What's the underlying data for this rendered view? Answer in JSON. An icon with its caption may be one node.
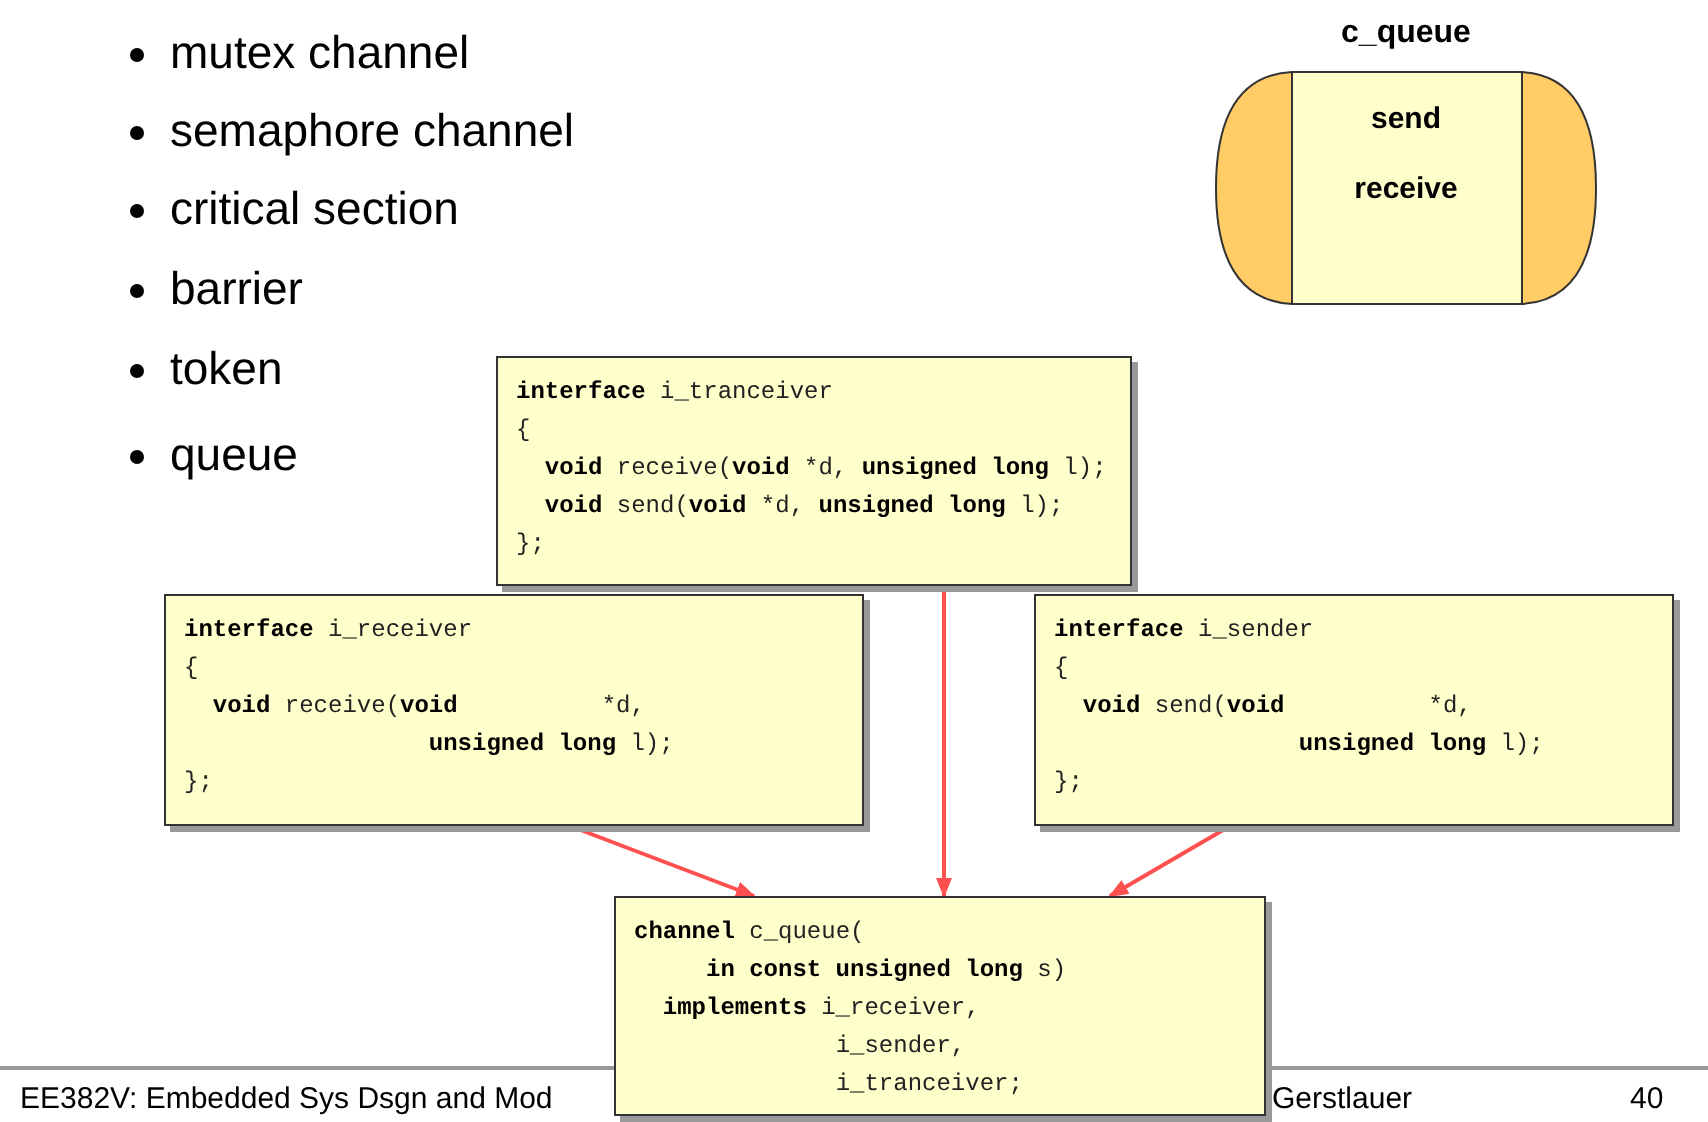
{
  "diagram": {
    "nodes": [
      {
        "text": [
          "c_queue",
          "send",
          "receive"
        ]
      },
      {
        "text": [
          "**interface** i_tranceiver",
          "{",
          "**void** receive(**void** *d, **unsigned long** l);",
          "**void** send(**void** *d, **unsigned long** l);",
          "};"
        ]
      },
      {
        "text": [
          "**interface** i_receiver",
          "{",
          "**void** receive(**void**          *d,",
          "**unsigned long** l);",
          "};"
        ]
      },
      {
        "text": [
          "**interface** i_sender",
          "{",
          "**void** send(**void**          *d,",
          "**unsigned long** l);",
          "};"
        ]
      },
      {
        "text": [
          "**channel** c_queue(",
          "**in const unsigned long** s)",
          "**implements** i_receiver,",
          "i_sender,",
          "i_tranceiver;"
        ]
      }
    ],
    "edges": [
      {
        "from": 2,
        "to": 4,
        "arrow": "to",
        "color": "#ff5050"
      },
      {
        "from": 1,
        "to": 4,
        "arrow": "to",
        "color": "#ff5050"
      },
      {
        "from": 3,
        "to": 4,
        "arrow": "to",
        "color": "#ff5050"
      }
    ],
    "labels": [
      "mutex channel",
      "semaphore channel",
      "critical section",
      "barrier",
      "token",
      "queue",
      "EE382V: Embedded Sys Dsgn and Mod",
      "Gerstlauer",
      "40"
    ]
  }
}
